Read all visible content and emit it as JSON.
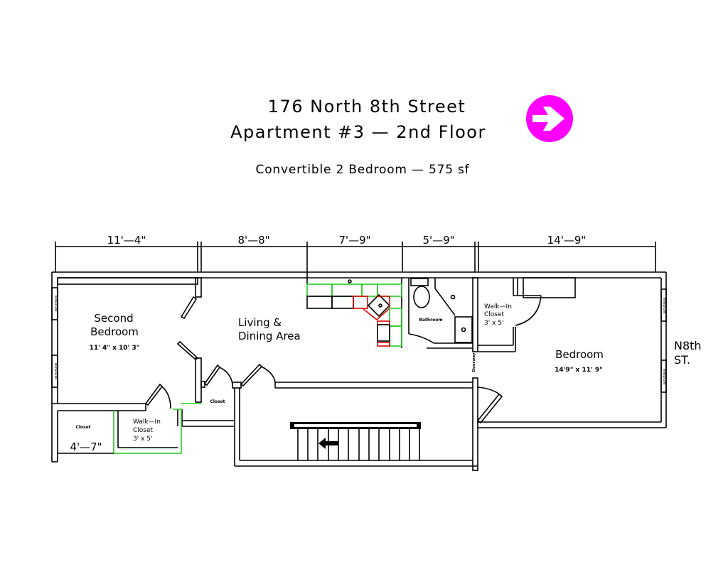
{
  "title": {
    "address": "176 North 8th Street",
    "unit": "Apartment #3 — 2nd Floor",
    "subtitle": "Convertible 2 Bedroom — 575 sf"
  },
  "north_arrow": {
    "icon": "arrow-right-circle-icon",
    "color": "#ff00ff"
  },
  "dimensions": [
    "11'—4\"",
    "8'—8\"",
    "7'—9\"",
    "5'—9\"",
    "14'—9\""
  ],
  "rooms": {
    "second_bedroom": {
      "name_line1": "Second",
      "name_line2": "Bedroom",
      "size": "11' 4\" x 10' 3\""
    },
    "living": {
      "name_line1": "Living &",
      "name_line2": "Dining Area"
    },
    "bathroom": {
      "name": "Bathroom"
    },
    "walkin_right": {
      "line1": "Walk—In",
      "line2": "Closet",
      "size": "3' x 5'"
    },
    "bedroom": {
      "name": "Bedroom",
      "size": "14'9\" x 11' 9\""
    },
    "walkin_left": {
      "line1": "Walk—In",
      "line2": "Closet",
      "size": "3' x 5'"
    },
    "closet_left": {
      "name": "Closet",
      "dimension": "4'—7\""
    },
    "closet_mid": {
      "name": "Closet"
    },
    "doorway": "Doorway",
    "window": "WINDOW"
  },
  "street": {
    "line1": "N8th",
    "line2": "ST."
  },
  "colors": {
    "cabinet": "#22cc22",
    "appliance": "#dd0000"
  }
}
